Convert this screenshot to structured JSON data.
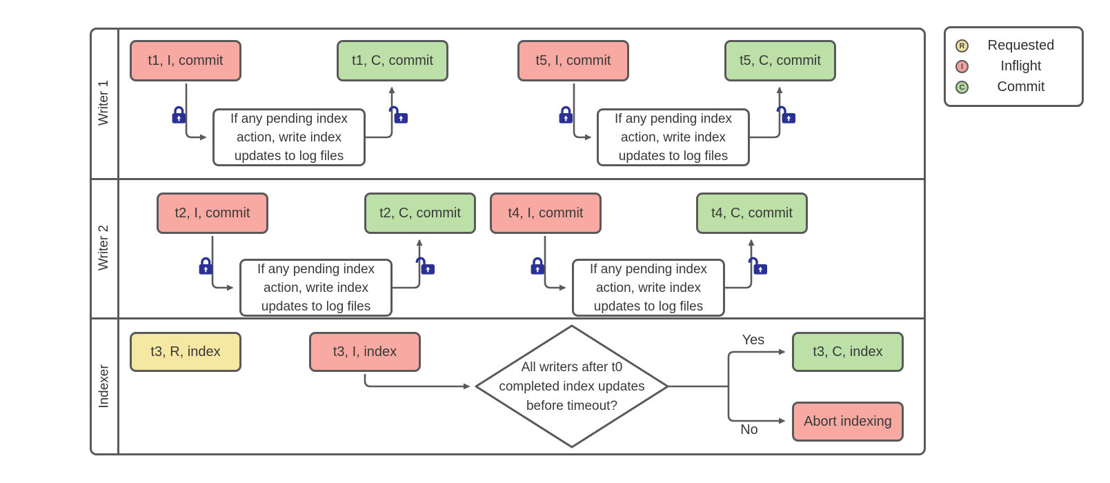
{
  "colors": {
    "node_red": "#F8A9A1",
    "node_green": "#BCE0A7",
    "node_yellow": "#F6E7A2",
    "node_border": "#595959",
    "connector": "#595959",
    "lock_blue": "#2B3095",
    "text": "#383838"
  },
  "lanes": [
    {
      "label": "Writer 1"
    },
    {
      "label": "Writer 2"
    },
    {
      "label": "Indexer"
    }
  ],
  "writer1": {
    "t1_inflight": "t1, I, commit",
    "t1_process": "If any pending index\naction, write index\nupdates to log files",
    "t1_commit": "t1, C, commit",
    "t5_inflight": "t5, I, commit",
    "t5_process": "If any pending index\naction, write index\nupdates to log files",
    "t5_commit": "t5, C, commit"
  },
  "writer2": {
    "t2_inflight": "t2, I, commit",
    "t2_process": "If any pending index\naction, write index\nupdates to log files",
    "t2_commit": "t2, C, commit",
    "t4_inflight": "t4, I, commit",
    "t4_process": "If any pending index\naction, write index\nupdates to log files",
    "t4_commit": "t4, C, commit"
  },
  "indexer": {
    "t3_requested": "t3, R, index",
    "t3_inflight": "t3, I, index",
    "decision": "All writers after t0\ncompleted index updates\nbefore timeout?",
    "yes_label": "Yes",
    "no_label": "No",
    "t3_commit": "t3, C, index",
    "abort": "Abort indexing"
  },
  "legend": {
    "items": [
      {
        "letter": "R",
        "label": "Requested"
      },
      {
        "letter": "I",
        "label": "Inflight"
      },
      {
        "letter": "C",
        "label": "Commit"
      }
    ]
  }
}
